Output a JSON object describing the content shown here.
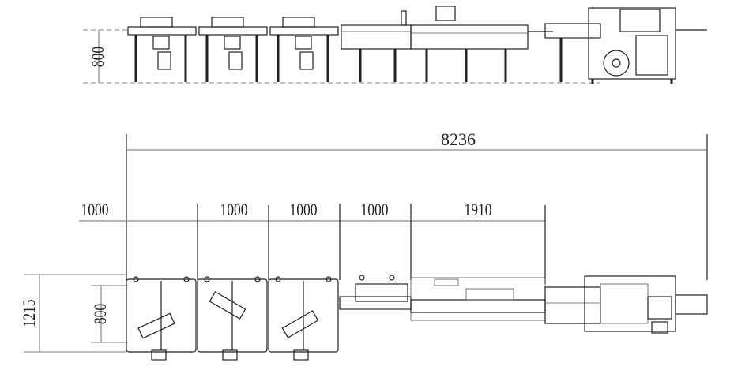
{
  "elevation_view": {
    "height_dim": "800"
  },
  "plan_view": {
    "total_length_dim": "8236",
    "segment_dims": [
      "1000",
      "1000",
      "1000",
      "1000",
      "1910"
    ],
    "total_width_dim": "1215",
    "module_width_dim": "800"
  }
}
